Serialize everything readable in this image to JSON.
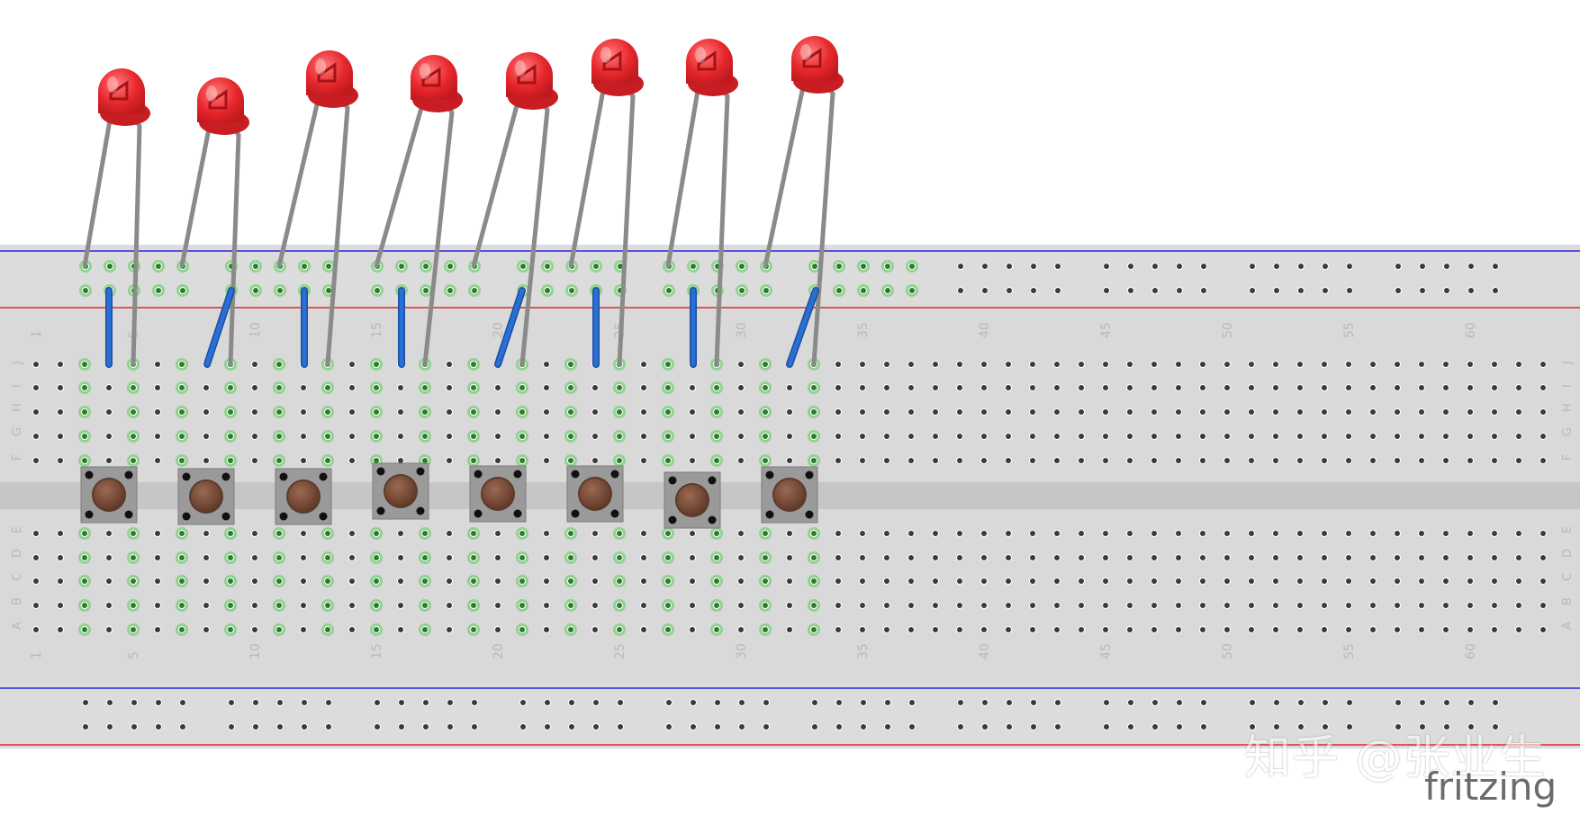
{
  "breadboard": {
    "columns": 63,
    "terminal_rows_top": [
      "J",
      "I",
      "H",
      "G",
      "F"
    ],
    "terminal_rows_bottom": [
      "E",
      "D",
      "C",
      "B",
      "A"
    ],
    "column_number_labels": [
      "1",
      "5",
      "10",
      "15",
      "20",
      "25",
      "30",
      "35",
      "40",
      "45",
      "50",
      "55",
      "60"
    ],
    "rail_line_colors": {
      "negative": "#2727e0",
      "positive": "#e02727"
    },
    "hole_color_empty": "#3a3a3a",
    "hole_color_connected": "#55cc55"
  },
  "components": {
    "led_color": "#e8282d",
    "button_cap_color": "#7a4a34",
    "jumper_color": "#2a6fd6",
    "led_lead_color": "#8a8a8a",
    "led_count": 8,
    "button_count": 8,
    "jumper_count": 8
  },
  "watermark": {
    "text": "知乎 @张业生",
    "software": "fritzing"
  }
}
